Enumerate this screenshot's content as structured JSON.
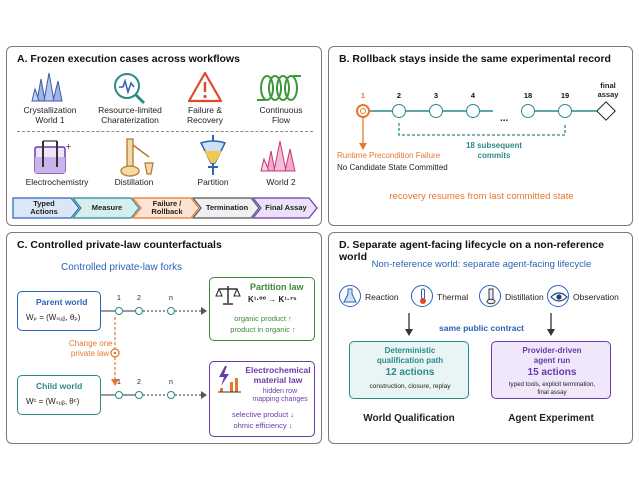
{
  "panelA": {
    "title": "A. Frozen execution cases across workflows",
    "workflows_top": [
      {
        "label": "Crystallization\nWorld 1",
        "icon": "crystal-icon"
      },
      {
        "label": "Resource-limited\nCharaterization",
        "icon": "magnifier-chart-icon"
      },
      {
        "label": "Failure &\nRecovery",
        "icon": "warning-icon"
      },
      {
        "label": "Continuous\nFlow",
        "icon": "coil-icon"
      }
    ],
    "workflows_bottom": [
      {
        "label": "Electrochemistry",
        "icon": "electrochem-cell-icon"
      },
      {
        "label": "Distillation",
        "icon": "distillation-icon"
      },
      {
        "label": "Partition",
        "icon": "funnel-icon"
      },
      {
        "label": "World 2",
        "icon": "crystal-pink-icon"
      }
    ],
    "stages": [
      "Typed\nActions",
      "Measure",
      "Failure /\nRollback",
      "Termination",
      "Final Assay"
    ]
  },
  "panelB": {
    "title": "B. Rollback stays inside the same experimental record",
    "nodes": [
      "1",
      "2",
      "3",
      "4",
      "18",
      "19"
    ],
    "ellipsis": "...",
    "final_label": "final\nassay",
    "failure_label": "Runtime Precondition Failure",
    "no_commit_label": "No Candidate State Committed",
    "commits_label": "18 subsequent\ncommits",
    "resume_label": "recovery resumes from last committed state"
  },
  "panelC": {
    "title": "C.  Controlled private-law counterfactuals",
    "subtitle": "Controlled private-law forks",
    "parent_title": "Parent world",
    "parent_formula": "Wₚ = (Wₛᵤᵦ, θₚ)",
    "child_title": "Child world",
    "child_formula": "Wᶜ = (Wₛᵤᵦ, θᶜ)",
    "change_label": "Change one\nprivate law",
    "node_labels": [
      "1",
      "2",
      "n"
    ],
    "partition_title": "Partition law",
    "partition_k": "K¹·⁰⁰ → K¹·⁷⁵",
    "partition_lines": [
      "organic product ↑",
      "product in organic ↑"
    ],
    "electro_title": "Electrochemical\nmaterial law",
    "electro_note": "hidden row\nmapping changes",
    "electro_lines": [
      "selective product ↓",
      "ohmic efficiency ↓"
    ]
  },
  "panelD": {
    "title": "D.  Separate agent-facing lifecycle on a non-reference world",
    "subtitle": "Non-reference world: separate agent-facing lifecycle",
    "icons": [
      {
        "label": "Reaction",
        "icon": "flask-icon"
      },
      {
        "label": "Thermal",
        "icon": "thermometer-icon"
      },
      {
        "label": "Distillation",
        "icon": "column-icon"
      },
      {
        "label": "Observation",
        "icon": "eye-icon"
      }
    ],
    "contract_label": "same public contract",
    "left_box": {
      "title": "Deterministic\nqualification path",
      "count": "12 actions",
      "detail": "construction, closure, replay",
      "caption": "World Qualification"
    },
    "right_box": {
      "title": "Provider-driven\nagent run",
      "count": "15 actions",
      "detail": "typed tools, explicit termination,\nfinal assay",
      "caption": "Agent Experiment"
    }
  },
  "colors": {
    "teal": "#2a8a8a",
    "orange": "#e8772e",
    "blue": "#2a63b8",
    "green": "#3a8a3a",
    "purple": "#6a3aa8"
  }
}
